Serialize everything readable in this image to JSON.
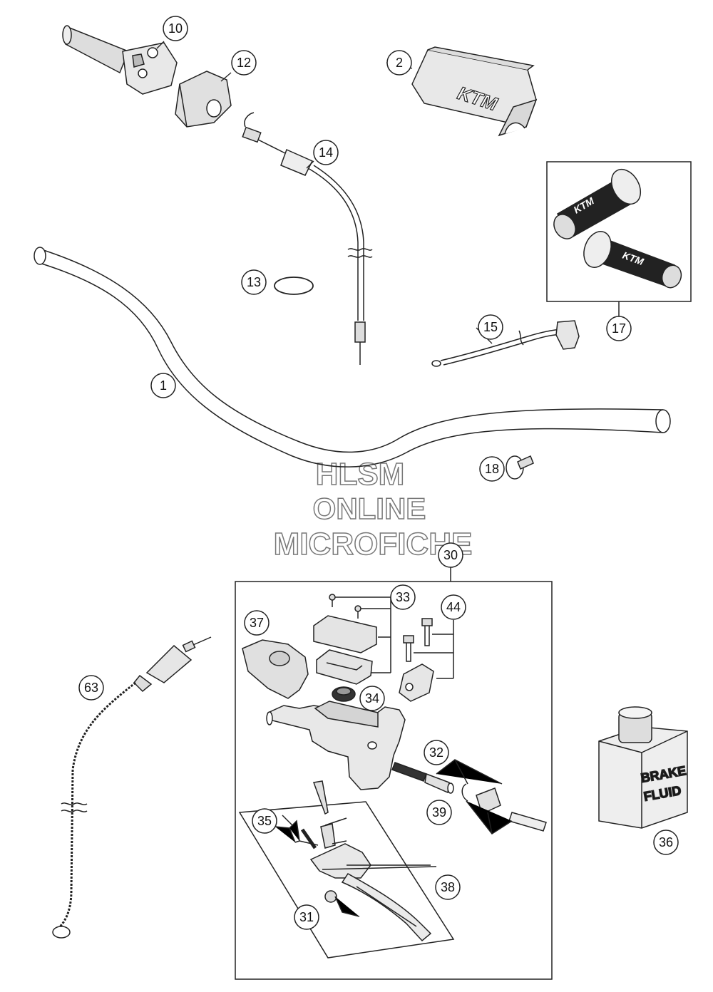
{
  "callouts": {
    "c1": "1",
    "c2": "2",
    "c10": "10",
    "c12": "12",
    "c13": "13",
    "c14": "14",
    "c15": "15",
    "c17": "17",
    "c18": "18",
    "c30": "30",
    "c31": "31",
    "c32": "32",
    "c33": "33",
    "c34": "34",
    "c35": "35",
    "c36": "36",
    "c37": "37",
    "c38": "38",
    "c39": "39",
    "c44": "44",
    "c63": "63"
  },
  "watermark": {
    "line1": "HLSM",
    "line2": "ONLINE",
    "line3": "MICROFICHE"
  },
  "pad_logo": "KTM",
  "grip_logo": "KTM",
  "brake_fluid": {
    "line1": "BRAKE",
    "line2": "FLUID"
  },
  "colors": {
    "line": "#222222",
    "part_fill": "#e6e6e6",
    "dark_fill": "#333333"
  }
}
